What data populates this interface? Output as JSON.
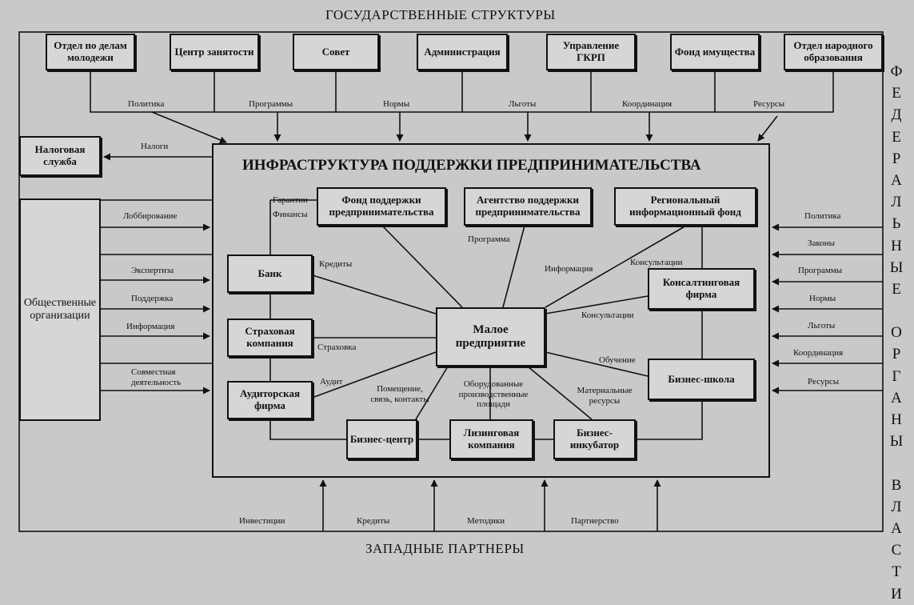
{
  "headings": {
    "top": "ГОСУДАРСТВЕННЫЕ СТРУКТУРЫ",
    "bottom": "ЗАПАДНЫЕ ПАРТНЕРЫ",
    "right": "ФЕДЕРАЛЬНЫЕ ОРГАНЫ ВЛАСТИ"
  },
  "main_title": "ИНФРАСТРУКТУРА ПОДДЕРЖКИ ПРЕДПРИНИМАТЕЛЬСТВА",
  "gov_boxes": [
    "Отдел по делам молодежи",
    "Центр занятости",
    "Совет",
    "Администрация",
    "Управление ГКРП",
    "Фонд имущества",
    "Отдел народного образования"
  ],
  "gov_labels": [
    "Политика",
    "Программы",
    "Нормы",
    "Льготы",
    "Координация",
    "Ресурсы"
  ],
  "tax": {
    "box": "Налоговая служба",
    "label": "Налоги"
  },
  "public_org": {
    "box": "Общественные организации",
    "labels": [
      "Лоббирование",
      "Экспертиза",
      "Поддержка",
      "Информация",
      "Совместная деятельность"
    ]
  },
  "federal_labels": [
    "Политика",
    "Законы",
    "Программы",
    "Нормы",
    "Льготы",
    "Координация",
    "Ресурсы"
  ],
  "western_labels": [
    "Инвестиции",
    "Кредиты",
    "Методики",
    "Партнерство"
  ],
  "inner": {
    "center": "Малое предприятие",
    "fund": "Фонд поддержки предпринимательства",
    "agency": "Агентство поддержки предпринимательства",
    "info_fund": "Региональный информационный фонд",
    "bank": "Банк",
    "insurance": "Страховая компания",
    "audit": "Аудиторская фирма",
    "consulting": "Консалтинговая фирма",
    "school": "Бизнес-школа",
    "business_center": "Бизнес-центр",
    "leasing": "Лизинговая компания",
    "incubator": "Бизнес-инкубатор"
  },
  "inner_labels": {
    "guarantees": "Гарантии",
    "finance": "Финансы",
    "credits": "Кредиты",
    "program": "Программа",
    "information": "Информация",
    "consultations_1": "Консультации",
    "consultations_2": "Консультации",
    "insurance": "Страховка",
    "audit": "Аудит",
    "training": "Обучение",
    "premises_1": "Помещение,",
    "premises_2": "связь, контакты",
    "equipment_1": "Оборудованные",
    "equipment_2": "производственные",
    "equipment_3": "площади",
    "material_1": "Материальные",
    "material_2": "ресурсы"
  }
}
